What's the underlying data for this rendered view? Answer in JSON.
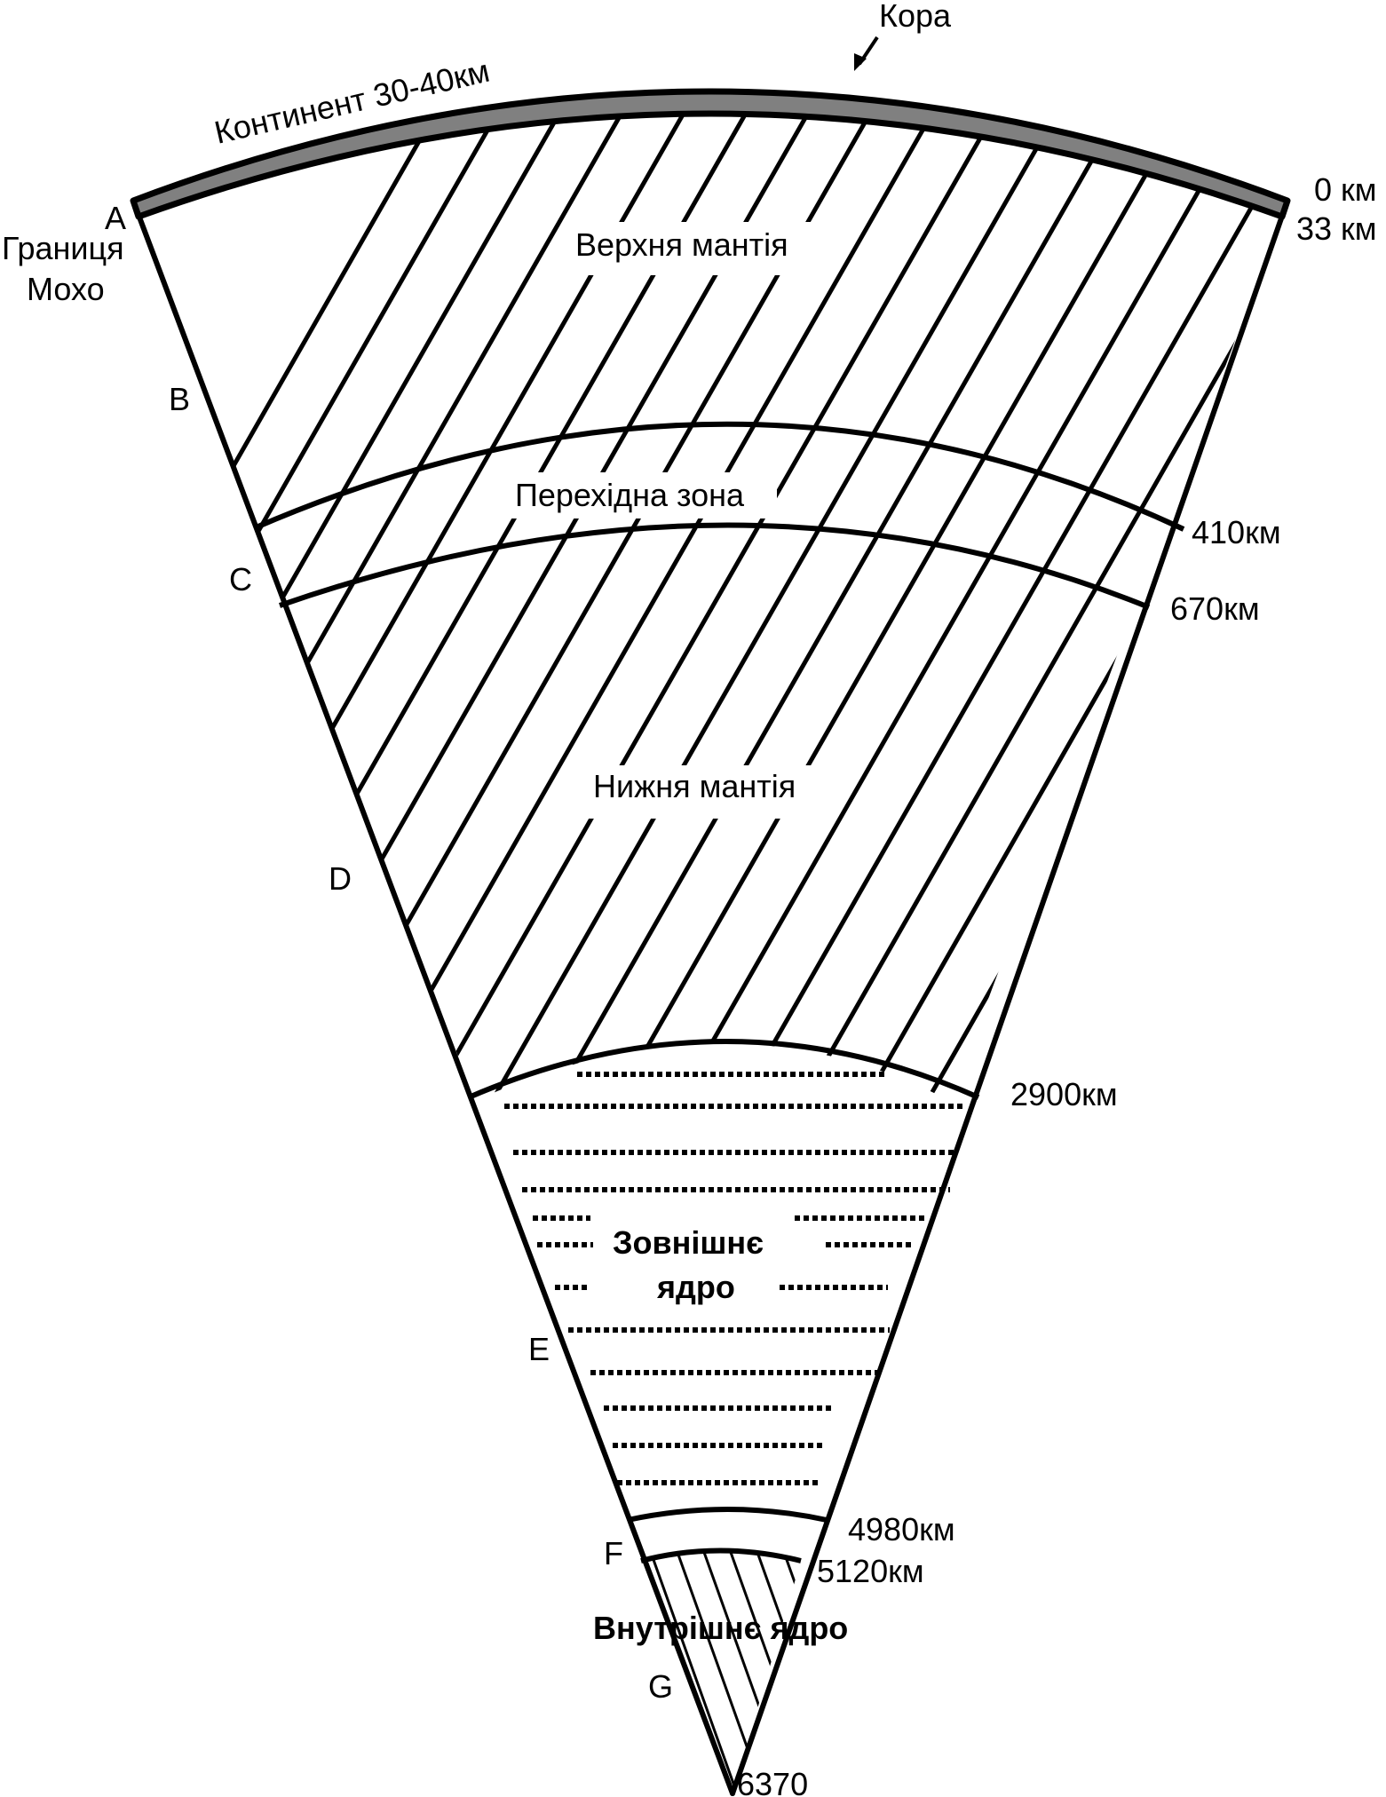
{
  "labels": {
    "crust": "Кора",
    "continent": "Континент 30-40км",
    "upper_mantle": "Верхня мантія",
    "transition_zone": "Перехідна зона",
    "lower_mantle": "Нижня мантія",
    "outer_core_line1": "Зовнішнє",
    "outer_core_line2": "ядро",
    "inner_core": "Внутрішнє ядро",
    "moho_line1": "Границя",
    "moho_line2": "Мохо"
  },
  "depths": {
    "d0": "0 км",
    "d33": "33 км",
    "d410": "410км",
    "d670": "670км",
    "d2900": "2900км",
    "d4980": "4980км",
    "d5120": "5120км",
    "d6370": "6370"
  },
  "points": {
    "A": "A",
    "B": "B",
    "C": "C",
    "D": "D",
    "E": "E",
    "F": "F",
    "G": "G"
  },
  "colors": {
    "crust_fill": "#808080",
    "line": "#000000",
    "background": "#ffffff"
  }
}
